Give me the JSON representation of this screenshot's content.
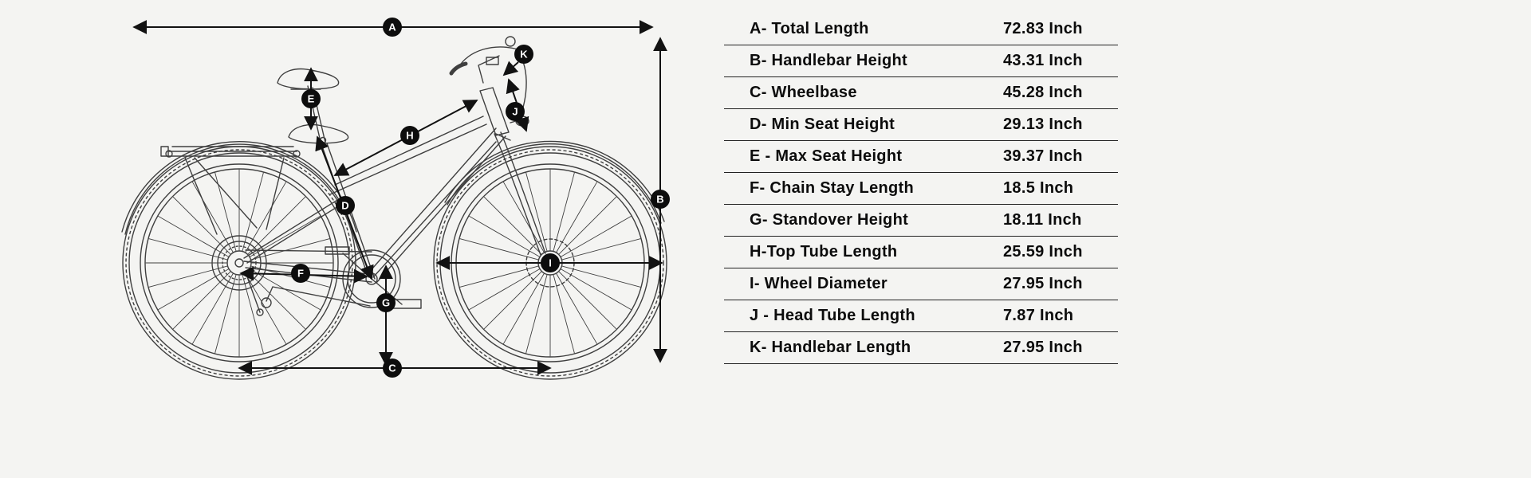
{
  "colors": {
    "background": "#f4f4f2",
    "drawing_line": "#3f3f3f",
    "dimension_line": "#121212",
    "badge_fill": "#0d0d0d",
    "badge_text": "#ffffff",
    "table_rule": "#222222"
  },
  "diagram": {
    "title": "bike-geometry-diagram",
    "markers": [
      {
        "letter": "A"
      },
      {
        "letter": "B"
      },
      {
        "letter": "C"
      },
      {
        "letter": "D"
      },
      {
        "letter": "E"
      },
      {
        "letter": "F"
      },
      {
        "letter": "G"
      },
      {
        "letter": "H"
      },
      {
        "letter": "I"
      },
      {
        "letter": "J"
      },
      {
        "letter": "K"
      }
    ]
  },
  "specs": {
    "rows": [
      {
        "label": "A- Total Length",
        "value": "72.83 Inch"
      },
      {
        "label": "B- Handlebar Height",
        "value": "43.31 Inch"
      },
      {
        "label": "C- Wheelbase",
        "value": "45.28 Inch"
      },
      {
        "label": "D- Min Seat Height",
        "value": "29.13 Inch"
      },
      {
        "label": "E - Max Seat Height",
        "value": "39.37 Inch"
      },
      {
        "label": "F- Chain Stay Length",
        "value": "18.5 Inch"
      },
      {
        "label": "G- Standover Height",
        "value": "18.11 Inch"
      },
      {
        "label": "H-Top Tube Length",
        "value": "25.59 Inch"
      },
      {
        "label": "I- Wheel Diameter",
        "value": "27.95 Inch"
      },
      {
        "label": "J - Head Tube Length",
        "value": "7.87 Inch"
      },
      {
        "label": "K- Handlebar Length",
        "value": "27.95 Inch"
      }
    ]
  }
}
